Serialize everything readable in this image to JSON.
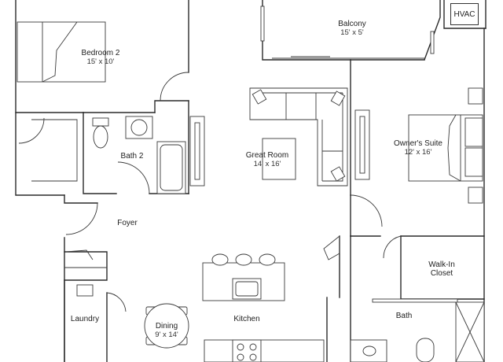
{
  "rooms": [
    {
      "key": "bedroom2",
      "name": "Bedroom 2",
      "dims": "15' x 10'"
    },
    {
      "key": "balcony",
      "name": "Balcony",
      "dims": "15' x 5'"
    },
    {
      "key": "hvac",
      "name": "HVAC",
      "dims": ""
    },
    {
      "key": "bath2",
      "name": "Bath 2",
      "dims": ""
    },
    {
      "key": "great_room",
      "name": "Great Room",
      "dims": "14' x 16'"
    },
    {
      "key": "owners_suite",
      "name": "Owner's Suite",
      "dims": "12' x 16'"
    },
    {
      "key": "foyer",
      "name": "Foyer",
      "dims": ""
    },
    {
      "key": "walk_in_closet",
      "name": "Walk-In Closet",
      "dims": ""
    },
    {
      "key": "laundry",
      "name": "Laundry",
      "dims": ""
    },
    {
      "key": "dining",
      "name": "Dining",
      "dims": "9' x 14'"
    },
    {
      "key": "kitchen",
      "name": "Kitchen",
      "dims": ""
    },
    {
      "key": "bath",
      "name": "Bath",
      "dims": ""
    }
  ],
  "labels": {
    "bedroom2": {
      "name": "Bedroom 2",
      "dims": "15' x 10'"
    },
    "balcony": {
      "name": "Balcony",
      "dims": "15' x 5'"
    },
    "hvac": {
      "name": "HVAC"
    },
    "bath2": {
      "name": "Bath 2"
    },
    "great_room": {
      "name": "Great Room",
      "dims": "14' x 16'"
    },
    "owners_suite": {
      "name": "Owner's Suite",
      "dims": "12' x 16'"
    },
    "foyer": {
      "name": "Foyer"
    },
    "walk_in_closet": {
      "line1": "Walk-In",
      "line2": "Closet"
    },
    "laundry": {
      "name": "Laundry"
    },
    "dining": {
      "name": "Dining",
      "dims": "9' x 14'"
    },
    "kitchen": {
      "name": "Kitchen"
    },
    "bath": {
      "name": "Bath"
    }
  },
  "colors": {
    "wall": "#2a2a2a",
    "background": "#ffffff",
    "text": "#1e1e1e"
  }
}
